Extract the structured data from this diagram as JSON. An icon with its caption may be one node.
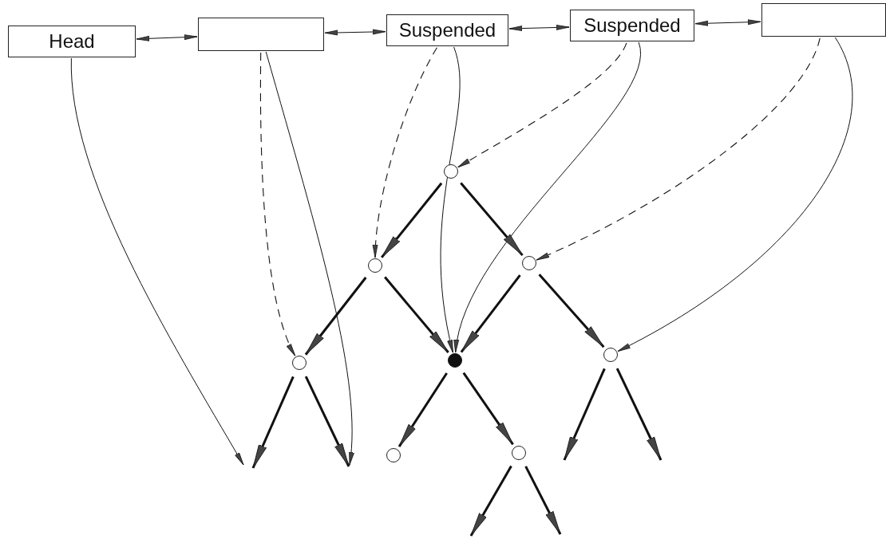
{
  "diagram": {
    "nodes": [
      {
        "text": [
          "Head"
        ]
      },
      {
        "text": [],
        "shape": "box"
      },
      {
        "text": [
          "Suspended"
        ]
      },
      {
        "text": [
          "Suspended"
        ]
      },
      {
        "text": [],
        "shape": "box"
      },
      {
        "text": [],
        "shape": "circle"
      },
      {
        "text": [],
        "shape": "circle"
      },
      {
        "text": [],
        "shape": "circle"
      },
      {
        "text": [],
        "shape": "circle"
      },
      {
        "text": [],
        "shape": "dot"
      },
      {
        "text": [],
        "shape": "circle"
      },
      {
        "text": [],
        "shape": "circle"
      },
      {
        "text": [],
        "shape": "circle"
      }
    ],
    "edges": [
      {
        "from": 0,
        "to": 1,
        "arrow": "both"
      },
      {
        "from": 1,
        "to": 2,
        "arrow": "both"
      },
      {
        "from": 2,
        "to": 3,
        "arrow": "both"
      },
      {
        "from": 3,
        "to": 4,
        "arrow": "both"
      },
      {
        "from": 0,
        "to": null,
        "arrow": "to"
      },
      {
        "from": 1,
        "to": 8,
        "arrow": "to",
        "style": "dashed"
      },
      {
        "from": 1,
        "to": null,
        "arrow": "to"
      },
      {
        "from": 2,
        "to": 6,
        "arrow": "to",
        "style": "dashed"
      },
      {
        "from": 2,
        "to": 9,
        "arrow": "to"
      },
      {
        "from": 3,
        "to": 5,
        "arrow": "to",
        "style": "dashed"
      },
      {
        "from": 3,
        "to": 9,
        "arrow": "to"
      },
      {
        "from": 4,
        "to": 7,
        "arrow": "to",
        "style": "dashed"
      },
      {
        "from": 4,
        "to": 10,
        "arrow": "to"
      },
      {
        "from": 5,
        "to": 6,
        "arrow": "to"
      },
      {
        "from": 5,
        "to": 7,
        "arrow": "to"
      },
      {
        "from": 6,
        "to": 8,
        "arrow": "to"
      },
      {
        "from": 6,
        "to": 9,
        "arrow": "to"
      },
      {
        "from": 7,
        "to": 9,
        "arrow": "to"
      },
      {
        "from": 7,
        "to": 10,
        "arrow": "to"
      },
      {
        "from": 8,
        "to": null,
        "arrow": "to"
      },
      {
        "from": 8,
        "to": null,
        "arrow": "to"
      },
      {
        "from": 9,
        "to": 11,
        "arrow": "to"
      },
      {
        "from": 9,
        "to": 12,
        "arrow": "to"
      },
      {
        "from": 10,
        "to": null,
        "arrow": "to"
      },
      {
        "from": 10,
        "to": null,
        "arrow": "to"
      },
      {
        "from": 12,
        "to": null,
        "arrow": "to"
      },
      {
        "from": 12,
        "to": null,
        "arrow": "to"
      }
    ]
  }
}
